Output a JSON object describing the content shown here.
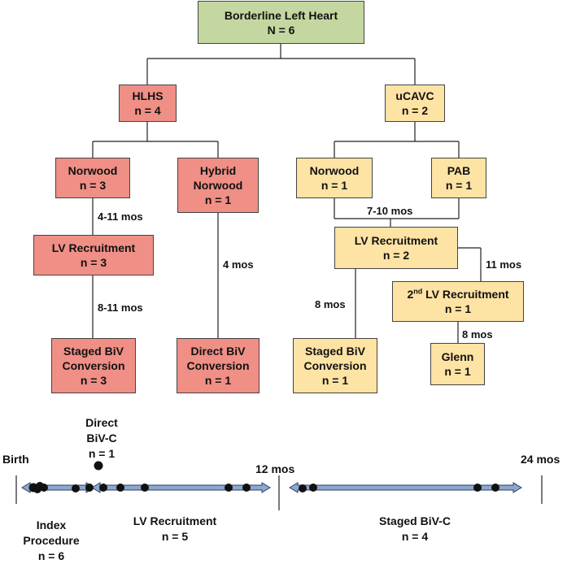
{
  "nodes": {
    "root": {
      "title": "Borderline Left Heart",
      "count": "N = 6"
    },
    "hlhs": {
      "title": "HLHS",
      "count": "n = 4"
    },
    "ucavc": {
      "title": "uCAVC",
      "count": "n = 2"
    },
    "hlhs_norwood": {
      "title": "Norwood",
      "count": "n = 3"
    },
    "hybrid_norwood": {
      "title_line1": "Hybrid",
      "title_line2": "Norwood",
      "count": "n = 1"
    },
    "ucavc_norwood": {
      "title": "Norwood",
      "count": "n = 1"
    },
    "pab": {
      "title": "PAB",
      "count": "n = 1"
    },
    "lv_recruitment_left": {
      "title": "LV Recruitment",
      "count": "n = 3"
    },
    "lv_recruitment_right": {
      "title": "LV Recruitment",
      "count": "n = 2"
    },
    "second_lv_recruitment": {
      "title_sup": "nd",
      "title_prefix": "2",
      "title_rest": " LV Recruitment",
      "count": "n = 1"
    },
    "staged_biv_left": {
      "title_line1": "Staged BiV",
      "title_line2": "Conversion",
      "count": "n = 3"
    },
    "direct_biv": {
      "title_line1": "Direct BiV",
      "title_line2": "Conversion",
      "count": "n = 1"
    },
    "staged_biv_right": {
      "title_line1": "Staged BiV",
      "title_line2": "Conversion",
      "count": "n = 1"
    },
    "glenn": {
      "title": "Glenn",
      "count": "n = 1"
    }
  },
  "interval_labels": {
    "a": "4-11 mos",
    "b": "8-11 mos",
    "c": "4 mos",
    "d": "7-10 mos",
    "e": "11 mos",
    "f": "8 mos",
    "g": "8 mos"
  },
  "timeline": {
    "start_label": "Birth",
    "mid_label": "12 mos",
    "end_label": "24 mos",
    "direct_biv": {
      "line1": "Direct",
      "line2": "BiV-C",
      "line3": "n = 1"
    },
    "index_procedure": {
      "line1": "Index",
      "line2": "Procedure",
      "line3": "n = 6"
    },
    "lv_recruitment": {
      "line1": "LV Recruitment",
      "line2": "n = 5"
    },
    "staged_biv": {
      "line1": "Staged BiV-C",
      "line2": "n = 4"
    }
  },
  "colors": {
    "root_fill": "#c4d7a0",
    "hlhs_fill": "#ef8f86",
    "ucavc_fill": "#fde3a4",
    "arrow_fill": "#8fa6cf",
    "line": "#222222"
  }
}
